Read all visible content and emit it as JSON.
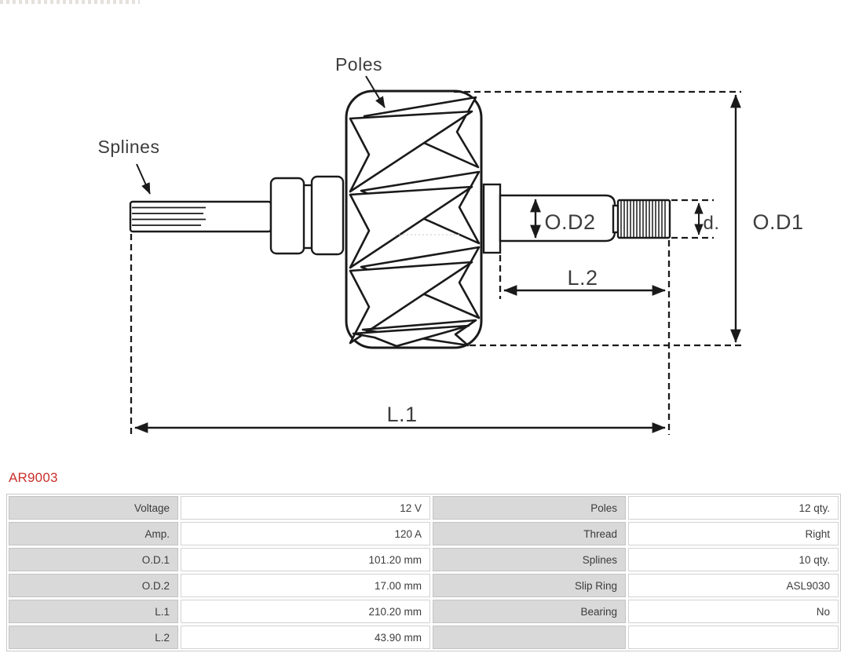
{
  "part_number": "AR9003",
  "colors": {
    "accent": "#c9302c",
    "line": "#1a1a1a",
    "table_label_bg": "#d9d9d9",
    "table_border": "#c9c9c9"
  },
  "diagram": {
    "labels": {
      "poles": "Poles",
      "splines": "Splines",
      "od2": "O.D2",
      "l2": "L.2",
      "d": "d.",
      "od1": "O.D1",
      "l1": "L.1"
    }
  },
  "table": {
    "left_rows": [
      {
        "label": "Voltage",
        "value": "12 V"
      },
      {
        "label": "Amp.",
        "value": "120 A"
      },
      {
        "label": "O.D.1",
        "value": "101.20 mm"
      },
      {
        "label": "O.D.2",
        "value": "17.00 mm"
      },
      {
        "label": "L.1",
        "value": "210.20 mm"
      },
      {
        "label": "L.2",
        "value": "43.90 mm"
      }
    ],
    "right_rows": [
      {
        "label": "Poles",
        "value": "12 qty."
      },
      {
        "label": "Thread",
        "value": "Right"
      },
      {
        "label": "Splines",
        "value": "10 qty."
      },
      {
        "label": "Slip Ring",
        "value": "ASL9030"
      },
      {
        "label": "Bearing",
        "value": "No"
      },
      {
        "label": "",
        "value": ""
      }
    ]
  }
}
